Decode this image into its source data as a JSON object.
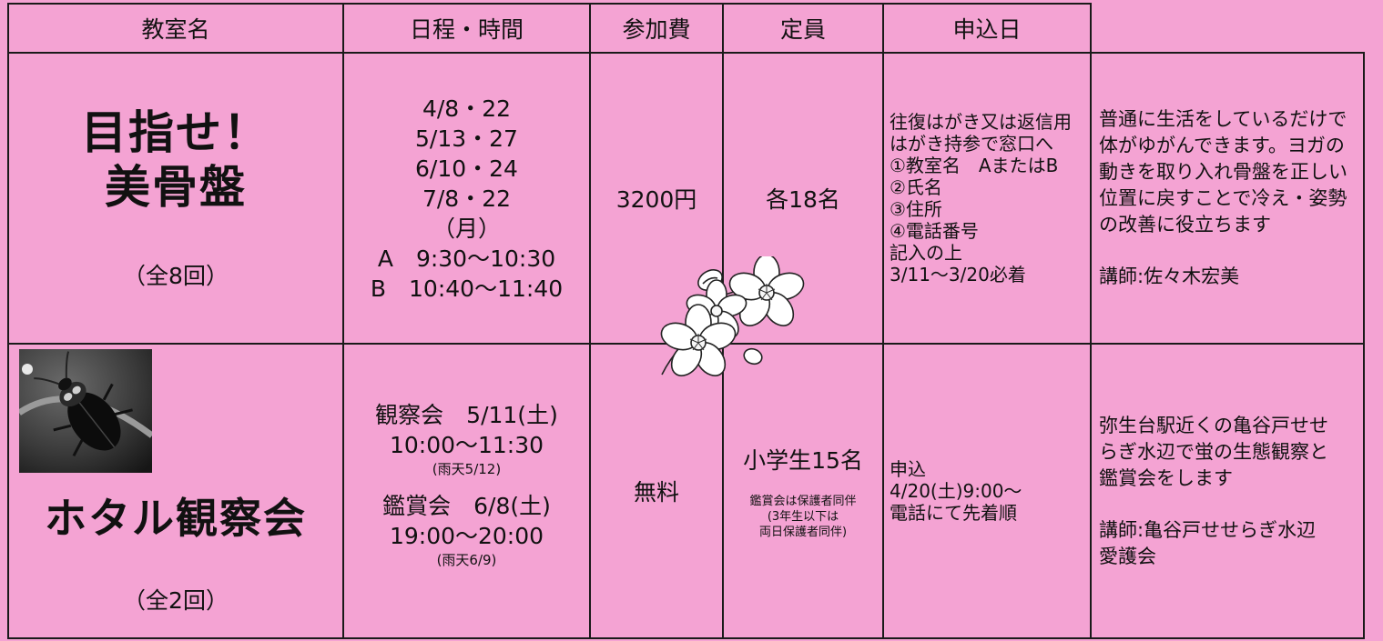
{
  "headers": [
    "教室名",
    "日程・時間",
    "参加費",
    "定員",
    "申込日",
    ""
  ],
  "rows": [
    {
      "title": [
        "目指せ！",
        "美骨盤"
      ],
      "count": "（全8回）",
      "schedule": [
        "4/8・22",
        "5/13・27",
        "6/10・24",
        "7/8・22",
        "（月）",
        "A　9:30〜10:30",
        "B　10:40〜11:40"
      ],
      "fee": "3200円",
      "capacity": "各18名",
      "apply": [
        "往復はがき又は返信用",
        "はがき持参で窓口へ",
        "①教室名　AまたはB",
        "②氏名",
        "③住所",
        "④電話番号",
        "記入の上",
        "3/11〜3/20必着"
      ],
      "description": [
        "普通に生活をしているだけで",
        "体がゆがんできます。ヨガの",
        "動きを取り入れ骨盤を正しい",
        "位置に戻すことで冷え・姿勢",
        "の改善に役立ちます"
      ],
      "instructor": "講師:佐々木宏美"
    },
    {
      "title": [
        "ホタル観察会"
      ],
      "count": "（全2回）",
      "schedule_a": [
        "観察会　5/11(土)",
        "10:00〜11:30"
      ],
      "rain_a": "(雨天5/12)",
      "schedule_b": [
        "鑑賞会　6/8(土)",
        "19:00〜20:00"
      ],
      "rain_b": "(雨天6/9)",
      "fee": "無料",
      "capacity": "小学生15名",
      "capacity_note": [
        "鑑賞会は保護者同伴",
        "(3年生以下は",
        "両日保護者同伴)"
      ],
      "apply": [
        "申込",
        "4/20(土)9:00〜",
        "電話にて先着順"
      ],
      "description": [
        "弥生台駅近くの亀谷戸せせ",
        "らぎ水辺で蛍の生態観察と",
        "鑑賞会をします"
      ],
      "instructor": [
        "講師:亀谷戸せせらぎ水辺",
        "愛護会"
      ]
    }
  ],
  "icons": {
    "firefly": "firefly-photo",
    "flower": "cherry-blossom-icon"
  },
  "colors": {
    "background": "#f4a3d3",
    "border": "#1a1a1a"
  }
}
